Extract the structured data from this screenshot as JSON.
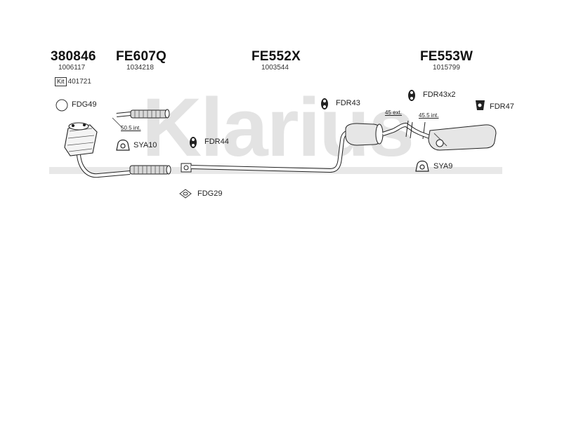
{
  "watermark": {
    "text": "Klarius",
    "color": "#d9d9d9"
  },
  "parts": [
    {
      "code": "380846",
      "ref": "1006117",
      "kit_label": "Kit",
      "kit_code": "401721"
    },
    {
      "code": "FE607Q",
      "ref": "1034218"
    },
    {
      "code": "FE552X",
      "ref": "1003544"
    },
    {
      "code": "FE553W",
      "ref": "1015799"
    }
  ],
  "fittings": {
    "fdg49": "FDG49",
    "sya10": "SYA10",
    "fdr44": "FDR44",
    "fdg29": "FDG29",
    "fdr43": "FDR43",
    "fdr43x2": "FDR43x2",
    "fdr47": "FDR47",
    "sya9": "SYA9"
  },
  "dimensions": {
    "d1": "50.5 int.",
    "d2": "45 ext.",
    "d3": "45.5 int."
  },
  "colors": {
    "line": "#222222",
    "part_fill": "#ffffff",
    "hatch": "#555555"
  }
}
